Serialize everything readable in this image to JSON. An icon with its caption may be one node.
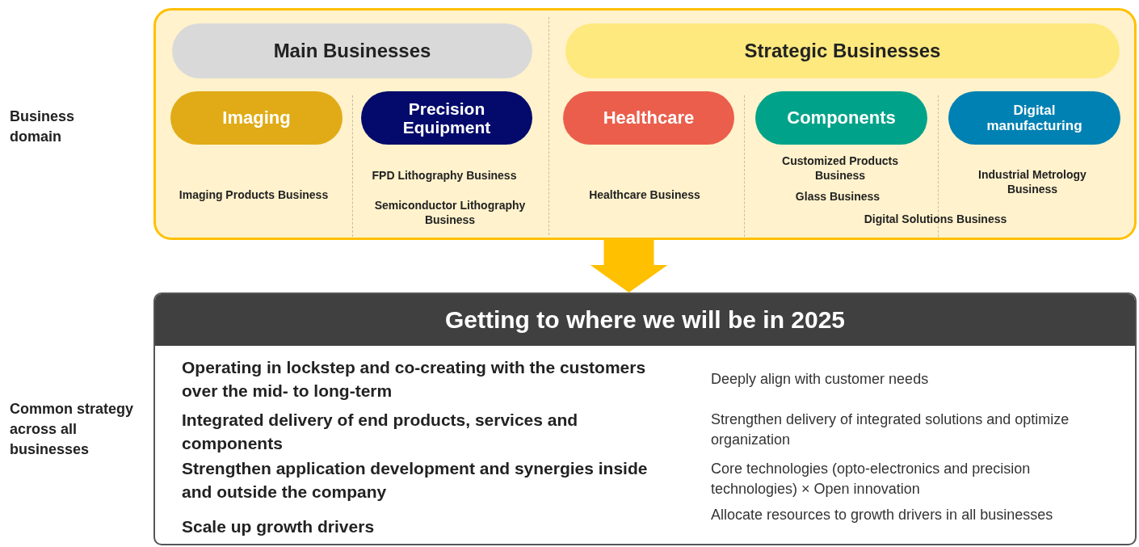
{
  "diagram": {
    "nodes": [
      {
        "text": [],
        "shape": "box"
      },
      {
        "text": [
          "Main Businesses"
        ],
        "in": 0
      },
      {
        "text": [
          "Strategic Businesses"
        ],
        "in": 0
      },
      {
        "text": [
          "Imaging"
        ],
        "in": 0
      },
      {
        "text": [
          "Precision Equipment"
        ],
        "in": 0
      },
      {
        "text": [
          "Healthcare"
        ],
        "in": 0
      },
      {
        "text": [
          "Components"
        ],
        "in": 0
      },
      {
        "text": [
          "Digital manufacturing"
        ],
        "in": 0
      },
      {
        "text": [
          "Getting to where we will be in 2025",
          "Operating in lockstep and co-creating with the customers over the mid- to long-term",
          "Deeply align with customer needs",
          "Integrated delivery of end products, services and components",
          "Strengthen delivery of integrated solutions and optimize organization",
          "Strengthen application development and synergies inside and outside the company",
          "Core technologies (opto-electronics and precision technologies) × Open innovation",
          "Scale up growth drivers",
          "Allocate resources to growth drivers in all businesses"
        ]
      }
    ],
    "edges": [
      {
        "from": 0,
        "to": 8,
        "arrow": "to",
        "color": "#ffc000"
      }
    ],
    "labels": [
      "Business domain",
      "Imaging Products Business",
      "FPD Lithography Business",
      "Semiconductor Lithography Business",
      "Healthcare Business",
      "Customized Products Business",
      "Glass Business",
      "Industrial Metrology Business",
      "Digital Solutions Business",
      "Common strategy across all businesses"
    ]
  }
}
